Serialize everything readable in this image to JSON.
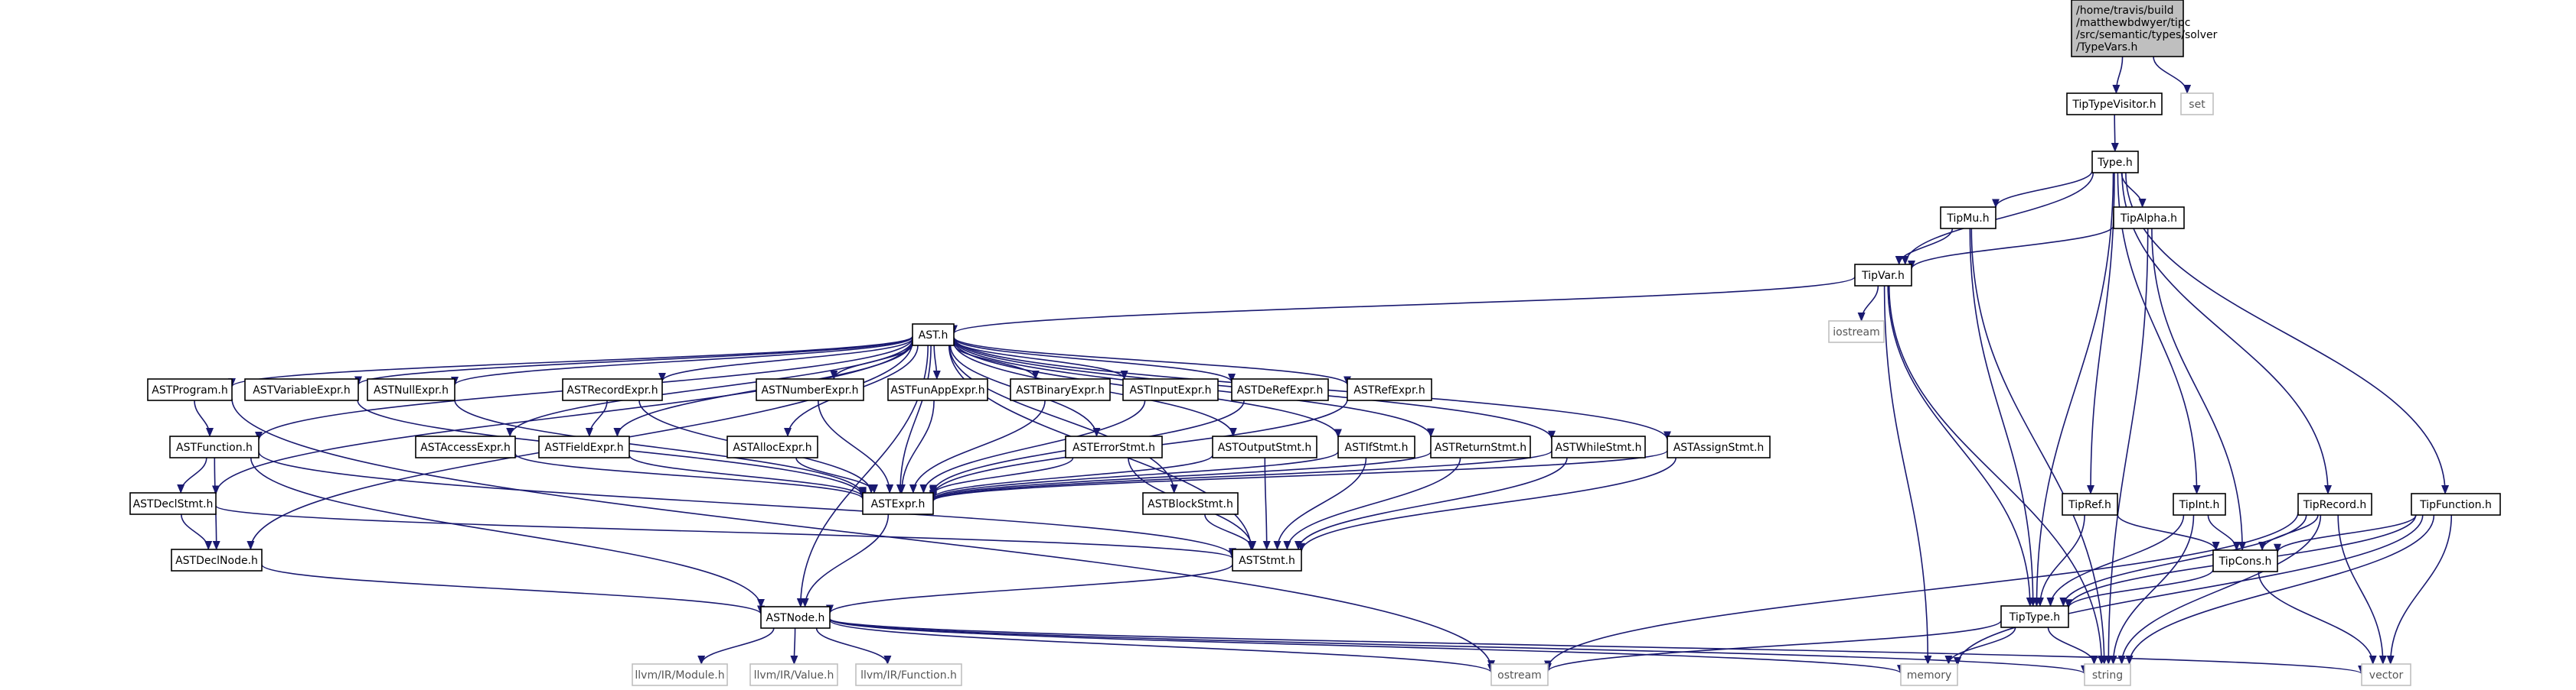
{
  "diagram": {
    "type": "include-dependency-graph",
    "colors": {
      "edge": "#191970",
      "root_fill": "#bfbfbf",
      "node_border": "#000000",
      "external_border": "#bfbfbf",
      "external_text": "#555555"
    },
    "nodes": {
      "root": [
        "/home/travis/build",
        "/matthewbdwyer/tipc",
        "/src/semantic/types/solver",
        "/TypeVars.h"
      ],
      "TipTypeVisitor": "TipTypeVisitor.h",
      "set": "set",
      "Type": "Type.h",
      "TipMu": "TipMu.h",
      "TipAlpha": "TipAlpha.h",
      "TipVar": "TipVar.h",
      "iostream": "iostream",
      "AST": "AST.h",
      "ASTProgram": "ASTProgram.h",
      "ASTVariableExpr": "ASTVariableExpr.h",
      "ASTNullExpr": "ASTNullExpr.h",
      "ASTRecordExpr": "ASTRecordExpr.h",
      "ASTNumberExpr": "ASTNumberExpr.h",
      "ASTFunAppExpr": "ASTFunAppExpr.h",
      "ASTBinaryExpr": "ASTBinaryExpr.h",
      "ASTInputExpr": "ASTInputExpr.h",
      "ASTDeRefExpr": "ASTDeRefExpr.h",
      "ASTRefExpr": "ASTRefExpr.h",
      "ASTFunction": "ASTFunction.h",
      "ASTAccessExpr": "ASTAccessExpr.h",
      "ASTFieldExpr": "ASTFieldExpr.h",
      "ASTAllocExpr": "ASTAllocExpr.h",
      "ASTErrorStmt": "ASTErrorStmt.h",
      "ASTOutputStmt": "ASTOutputStmt.h",
      "ASTIfStmt": "ASTIfStmt.h",
      "ASTReturnStmt": "ASTReturnStmt.h",
      "ASTWhileStmt": "ASTWhileStmt.h",
      "ASTAssignStmt": "ASTAssignStmt.h",
      "ASTDeclStmt": "ASTDeclStmt.h",
      "ASTExpr": "ASTExpr.h",
      "ASTBlockStmt": "ASTBlockStmt.h",
      "ASTDeclNode": "ASTDeclNode.h",
      "ASTStmt": "ASTStmt.h",
      "ASTNode": "ASTNode.h",
      "llvmModule": "llvm/IR/Module.h",
      "llvmValue": "llvm/IR/Value.h",
      "llvmFunction": "llvm/IR/Function.h",
      "ostream": "ostream",
      "memory": "memory",
      "string": "string",
      "vector": "vector",
      "TipRef": "TipRef.h",
      "TipInt": "TipInt.h",
      "TipRecord": "TipRecord.h",
      "TipFunction": "TipFunction.h",
      "TipCons": "TipCons.h",
      "TipType": "TipType.h"
    },
    "edges": [
      [
        "root",
        "TipTypeVisitor"
      ],
      [
        "root",
        "set"
      ],
      [
        "TipTypeVisitor",
        "Type"
      ],
      [
        "Type",
        "TipVar"
      ],
      [
        "Type",
        "TipMu"
      ],
      [
        "Type",
        "TipAlpha"
      ],
      [
        "Type",
        "TipType"
      ],
      [
        "Type",
        "TipRef"
      ],
      [
        "Type",
        "TipInt"
      ],
      [
        "Type",
        "TipRecord"
      ],
      [
        "Type",
        "TipFunction"
      ],
      [
        "TipMu",
        "TipVar"
      ],
      [
        "TipMu",
        "TipType"
      ],
      [
        "TipMu",
        "string"
      ],
      [
        "TipAlpha",
        "TipVar"
      ],
      [
        "TipAlpha",
        "TipCons"
      ],
      [
        "TipAlpha",
        "string"
      ],
      [
        "TipVar",
        "AST"
      ],
      [
        "TipVar",
        "iostream"
      ],
      [
        "TipVar",
        "TipType"
      ],
      [
        "TipVar",
        "memory"
      ],
      [
        "TipVar",
        "string"
      ],
      [
        "AST",
        "ASTProgram"
      ],
      [
        "AST",
        "ASTVariableExpr"
      ],
      [
        "AST",
        "ASTNullExpr"
      ],
      [
        "AST",
        "ASTRecordExpr"
      ],
      [
        "AST",
        "ASTNumberExpr"
      ],
      [
        "AST",
        "ASTFunAppExpr"
      ],
      [
        "AST",
        "ASTBinaryExpr"
      ],
      [
        "AST",
        "ASTInputExpr"
      ],
      [
        "AST",
        "ASTDeRefExpr"
      ],
      [
        "AST",
        "ASTRefExpr"
      ],
      [
        "AST",
        "ASTFunction"
      ],
      [
        "AST",
        "ASTAccessExpr"
      ],
      [
        "AST",
        "ASTFieldExpr"
      ],
      [
        "AST",
        "ASTAllocExpr"
      ],
      [
        "AST",
        "ASTErrorStmt"
      ],
      [
        "AST",
        "ASTOutputStmt"
      ],
      [
        "AST",
        "ASTIfStmt"
      ],
      [
        "AST",
        "ASTReturnStmt"
      ],
      [
        "AST",
        "ASTWhileStmt"
      ],
      [
        "AST",
        "ASTAssignStmt"
      ],
      [
        "AST",
        "ASTDeclStmt"
      ],
      [
        "AST",
        "ASTDeclNode"
      ],
      [
        "AST",
        "ASTExpr"
      ],
      [
        "AST",
        "ASTBlockStmt"
      ],
      [
        "AST",
        "ASTStmt"
      ],
      [
        "AST",
        "ASTNode"
      ],
      [
        "ASTProgram",
        "ASTFunction"
      ],
      [
        "ASTProgram",
        "ostream"
      ],
      [
        "ASTVariableExpr",
        "ASTExpr"
      ],
      [
        "ASTNullExpr",
        "ASTExpr"
      ],
      [
        "ASTRecordExpr",
        "ASTFieldExpr"
      ],
      [
        "ASTRecordExpr",
        "ASTExpr"
      ],
      [
        "ASTNumberExpr",
        "ASTExpr"
      ],
      [
        "ASTFunAppExpr",
        "ASTExpr"
      ],
      [
        "ASTBinaryExpr",
        "ASTExpr"
      ],
      [
        "ASTInputExpr",
        "ASTExpr"
      ],
      [
        "ASTDeRefExpr",
        "ASTExpr"
      ],
      [
        "ASTRefExpr",
        "ASTExpr"
      ],
      [
        "ASTFunction",
        "ASTDeclStmt"
      ],
      [
        "ASTFunction",
        "ASTDeclNode"
      ],
      [
        "ASTFunction",
        "ASTStmt"
      ],
      [
        "ASTFunction",
        "ASTNode"
      ],
      [
        "ASTAccessExpr",
        "ASTExpr"
      ],
      [
        "ASTFieldExpr",
        "ASTExpr"
      ],
      [
        "ASTAllocExpr",
        "ASTExpr"
      ],
      [
        "ASTErrorStmt",
        "ASTExpr"
      ],
      [
        "ASTErrorStmt",
        "ASTStmt"
      ],
      [
        "ASTOutputStmt",
        "ASTExpr"
      ],
      [
        "ASTOutputStmt",
        "ASTStmt"
      ],
      [
        "ASTIfStmt",
        "ASTExpr"
      ],
      [
        "ASTIfStmt",
        "ASTStmt"
      ],
      [
        "ASTReturnStmt",
        "ASTExpr"
      ],
      [
        "ASTReturnStmt",
        "ASTStmt"
      ],
      [
        "ASTWhileStmt",
        "ASTExpr"
      ],
      [
        "ASTWhileStmt",
        "ASTStmt"
      ],
      [
        "ASTAssignStmt",
        "ASTExpr"
      ],
      [
        "ASTAssignStmt",
        "ASTStmt"
      ],
      [
        "ASTDeclStmt",
        "ASTDeclNode"
      ],
      [
        "ASTDeclStmt",
        "ASTStmt"
      ],
      [
        "ASTBlockStmt",
        "ASTStmt"
      ],
      [
        "ASTExpr",
        "ASTNode"
      ],
      [
        "ASTStmt",
        "ASTNode"
      ],
      [
        "ASTDeclNode",
        "ASTNode"
      ],
      [
        "ASTNode",
        "llvmModule"
      ],
      [
        "ASTNode",
        "llvmValue"
      ],
      [
        "ASTNode",
        "llvmFunction"
      ],
      [
        "ASTNode",
        "ostream"
      ],
      [
        "ASTNode",
        "memory"
      ],
      [
        "ASTNode",
        "string"
      ],
      [
        "ASTNode",
        "vector"
      ],
      [
        "TipRef",
        "TipType"
      ],
      [
        "TipRef",
        "TipCons"
      ],
      [
        "TipInt",
        "TipType"
      ],
      [
        "TipInt",
        "TipCons"
      ],
      [
        "TipInt",
        "string"
      ],
      [
        "TipRecord",
        "TipCons"
      ],
      [
        "TipRecord",
        "TipType"
      ],
      [
        "TipRecord",
        "string"
      ],
      [
        "TipRecord",
        "vector"
      ],
      [
        "TipRecord",
        "ostream"
      ],
      [
        "TipFunction",
        "TipCons"
      ],
      [
        "TipFunction",
        "TipType"
      ],
      [
        "TipFunction",
        "string"
      ],
      [
        "TipFunction",
        "vector"
      ],
      [
        "TipFunction",
        "memory"
      ],
      [
        "TipCons",
        "TipType"
      ],
      [
        "TipCons",
        "vector"
      ],
      [
        "TipType",
        "ostream"
      ],
      [
        "TipType",
        "memory"
      ],
      [
        "TipType",
        "string"
      ]
    ]
  }
}
